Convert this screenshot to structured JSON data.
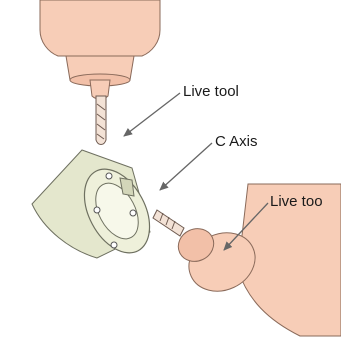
{
  "labels": {
    "live_tool_top": "Live tool",
    "c_axis": "C Axis",
    "live_tool_right": "Live too"
  },
  "colors": {
    "spindle_fill": "#f7cdb7",
    "spindle_stroke": "#8a6a5a",
    "workpiece_fill": "#e4e7cd",
    "workpiece_stroke": "#6e7060",
    "drill_fill": "#f3e2d6",
    "arrow": "#666666",
    "text": "#1a1a1a"
  }
}
